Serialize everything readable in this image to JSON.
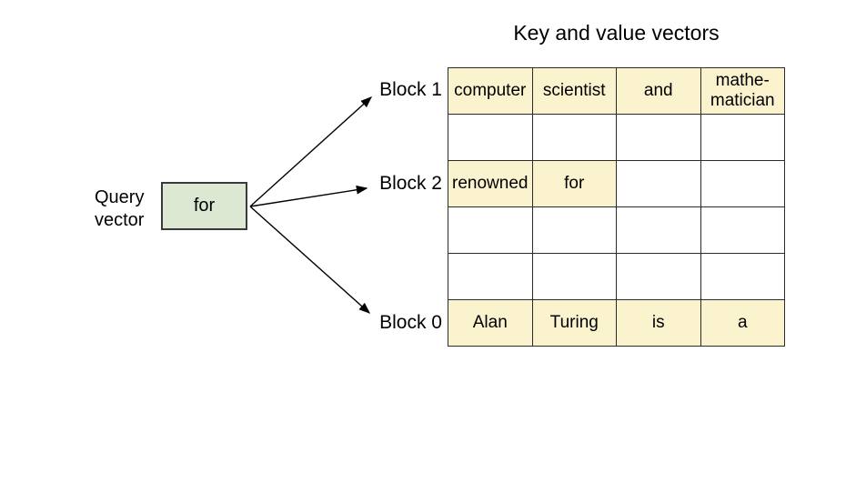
{
  "title": "Key and value vectors",
  "query": {
    "label": "Query\nvector",
    "value": "for"
  },
  "table": {
    "rows": [
      {
        "block": "Block 1",
        "cells": [
          {
            "text": "computer",
            "filled": true
          },
          {
            "text": "scientist",
            "filled": true
          },
          {
            "text": "and",
            "filled": true
          },
          {
            "text": "mathe-\nmatician",
            "filled": true
          }
        ]
      },
      {
        "block": "",
        "cells": [
          {
            "text": "",
            "filled": false
          },
          {
            "text": "",
            "filled": false
          },
          {
            "text": "",
            "filled": false
          },
          {
            "text": "",
            "filled": false
          }
        ]
      },
      {
        "block": "Block 2",
        "cells": [
          {
            "text": "renowned",
            "filled": true
          },
          {
            "text": "for",
            "filled": true
          },
          {
            "text": "",
            "filled": false
          },
          {
            "text": "",
            "filled": false
          }
        ]
      },
      {
        "block": "",
        "cells": [
          {
            "text": "",
            "filled": false
          },
          {
            "text": "",
            "filled": false
          },
          {
            "text": "",
            "filled": false
          },
          {
            "text": "",
            "filled": false
          }
        ]
      },
      {
        "block": "",
        "cells": [
          {
            "text": "",
            "filled": false
          },
          {
            "text": "",
            "filled": false
          },
          {
            "text": "",
            "filled": false
          },
          {
            "text": "",
            "filled": false
          }
        ]
      },
      {
        "block": "Block 0",
        "cells": [
          {
            "text": "Alan",
            "filled": true
          },
          {
            "text": "Turing",
            "filled": true
          },
          {
            "text": "is",
            "filled": true
          },
          {
            "text": "a",
            "filled": true
          }
        ]
      }
    ]
  },
  "colors": {
    "cell_fill": "#fbf2ce",
    "query_fill": "#dde8d2",
    "border": "#2b2b2b",
    "arrow": "#000000",
    "text": "#000000"
  }
}
